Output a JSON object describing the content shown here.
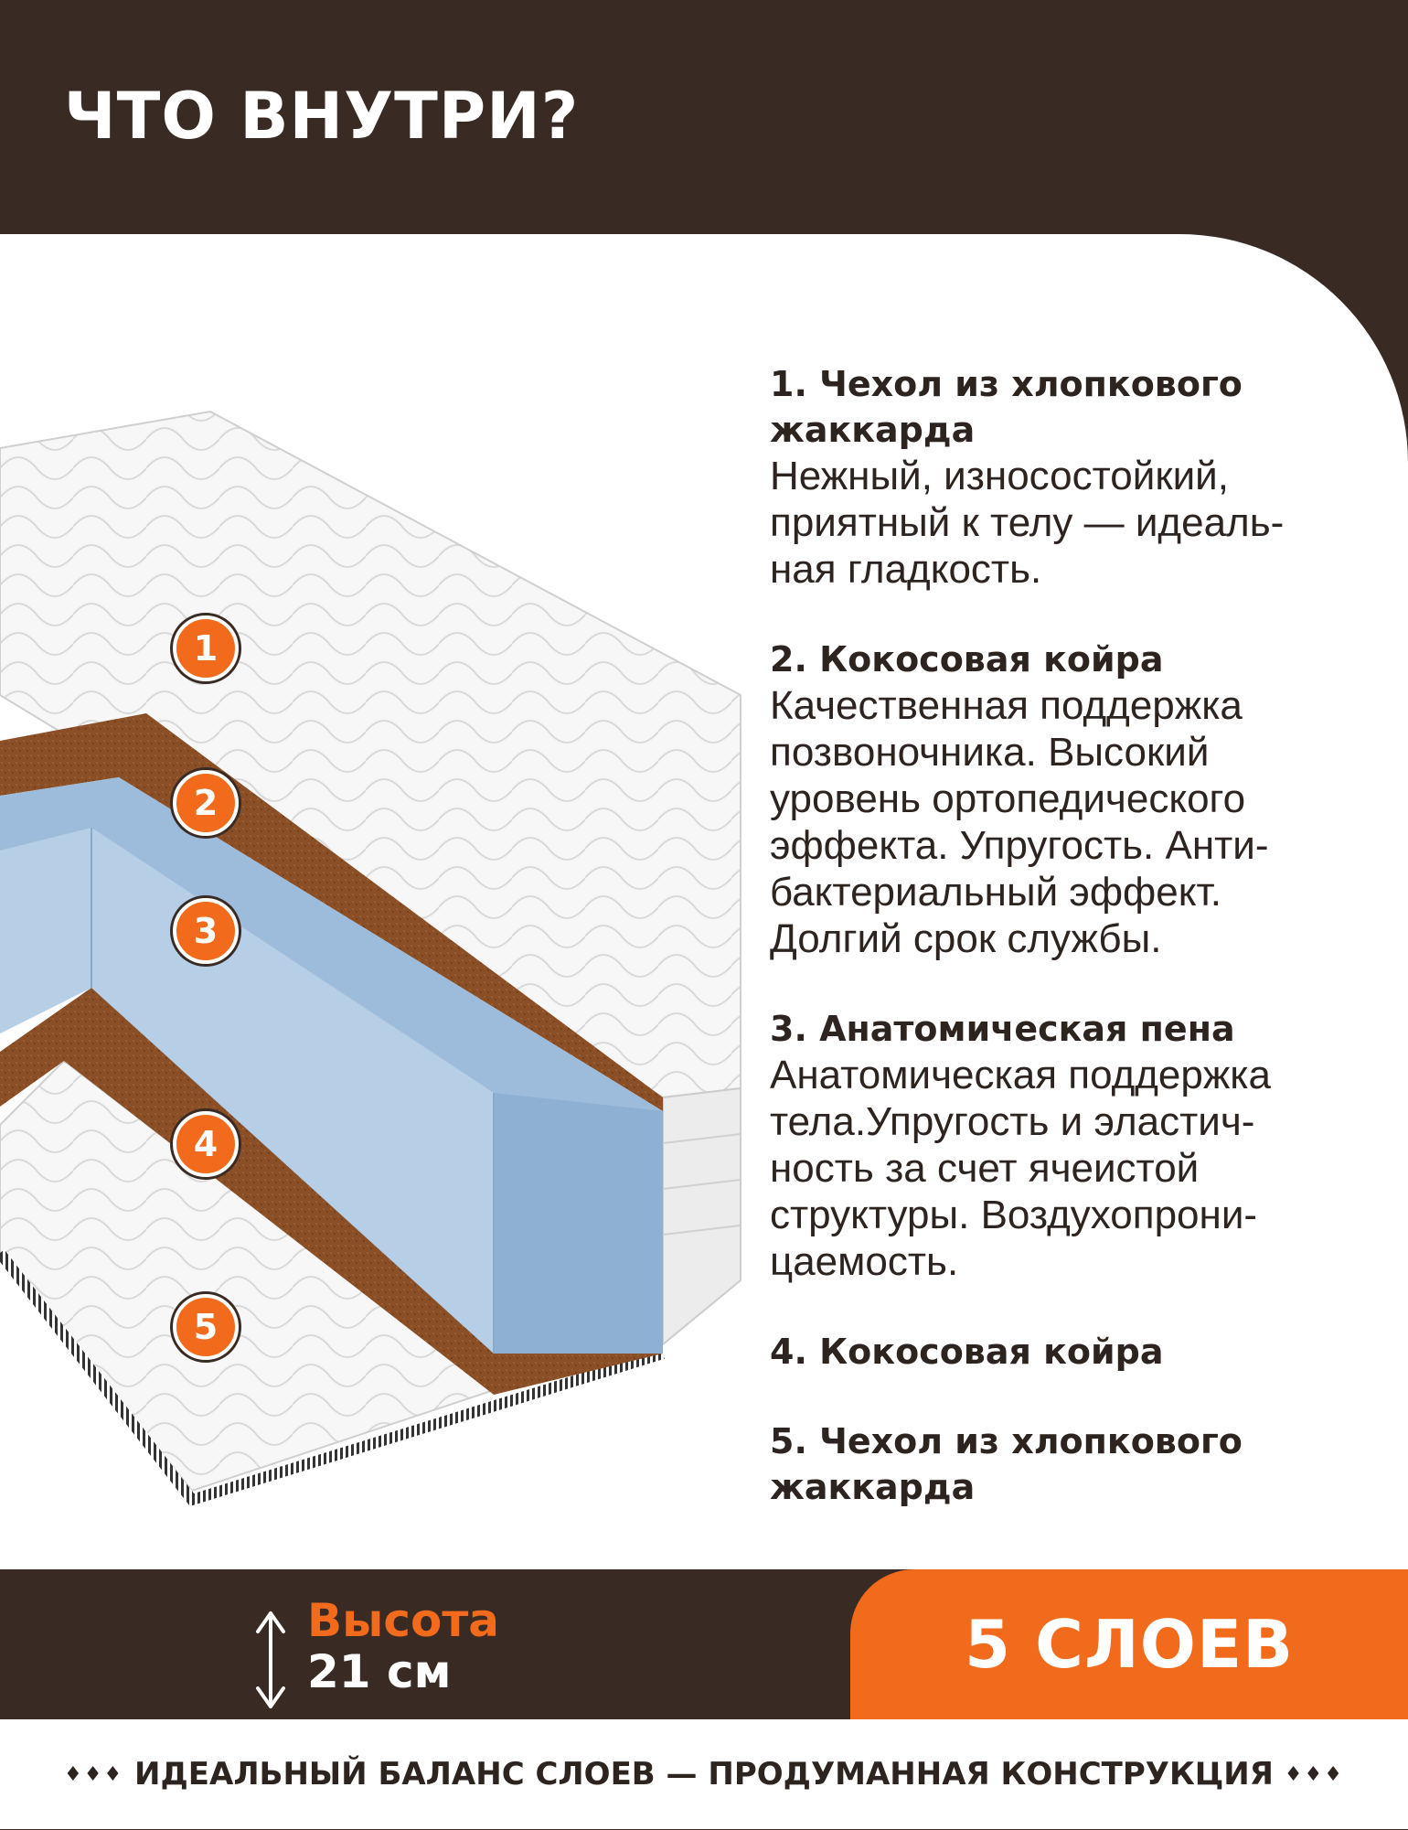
{
  "header": {
    "title": "ЧТО ВНУТРИ?"
  },
  "illustration": {
    "markers": [
      "1",
      "2",
      "3",
      "4",
      "5"
    ]
  },
  "layers": [
    {
      "title": "1. Чехол из хлопкового жаккарда",
      "desc": "Нежный, износостойкий,\nприятный к телу — идеаль-\nная гладкость."
    },
    {
      "title": "2. Кокосовая койра",
      "desc": "Качественная поддержка\nпозвоночника. Высокий\nуровень ортопедического\nэффекта. Упругость. Анти-\nбактериальный эффект.\nДолгий срок службы."
    },
    {
      "title": "3. Анатомическая пена",
      "desc": "Анатомическая поддержка\nтела.Упругость и эластич-\nность за счет ячеистой\nструктуры. Воздухопрони-\nцаемость."
    },
    {
      "title": "4. Кокосовая койра",
      "desc": ""
    },
    {
      "title": "5. Чехол из хлопкового жаккарда",
      "desc": ""
    }
  ],
  "footer": {
    "height_label": "Высота",
    "height_value": "21 см",
    "layers_count": "5 СЛОЕВ",
    "tagline": "ИДЕАЛЬНЫЙ БАЛАНС СЛОЕВ — ПРОДУМАННАЯ КОНСТРУКЦИЯ",
    "diamonds": "♦♦♦"
  },
  "colors": {
    "brown": "#3a2a24",
    "orange": "#f26a1b",
    "foam": "#9dbcdb",
    "coir": "#8a4f27",
    "white": "#ffffff"
  }
}
